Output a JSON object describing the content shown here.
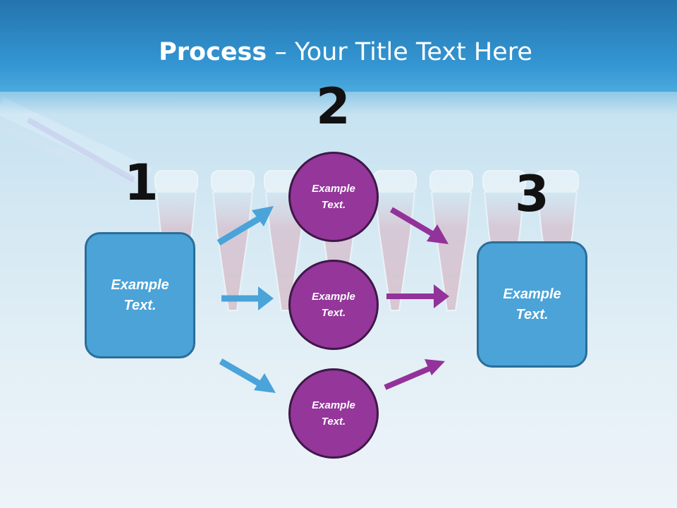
{
  "slide": {
    "title_strong": "Process",
    "title_rest": " – Your Title Text Here",
    "steps": [
      "1",
      "2",
      "3"
    ],
    "input_box": "Example Text.",
    "circles": [
      "Example Text.",
      "Example Text.",
      "Example Text."
    ],
    "output_box": "Example Text."
  },
  "colors": {
    "header": "#3396d2",
    "box_fill": "#4ba3d8",
    "circle_fill": "#94369a",
    "arrow_blue": "#4aa3d9",
    "arrow_purple": "#93329a"
  }
}
